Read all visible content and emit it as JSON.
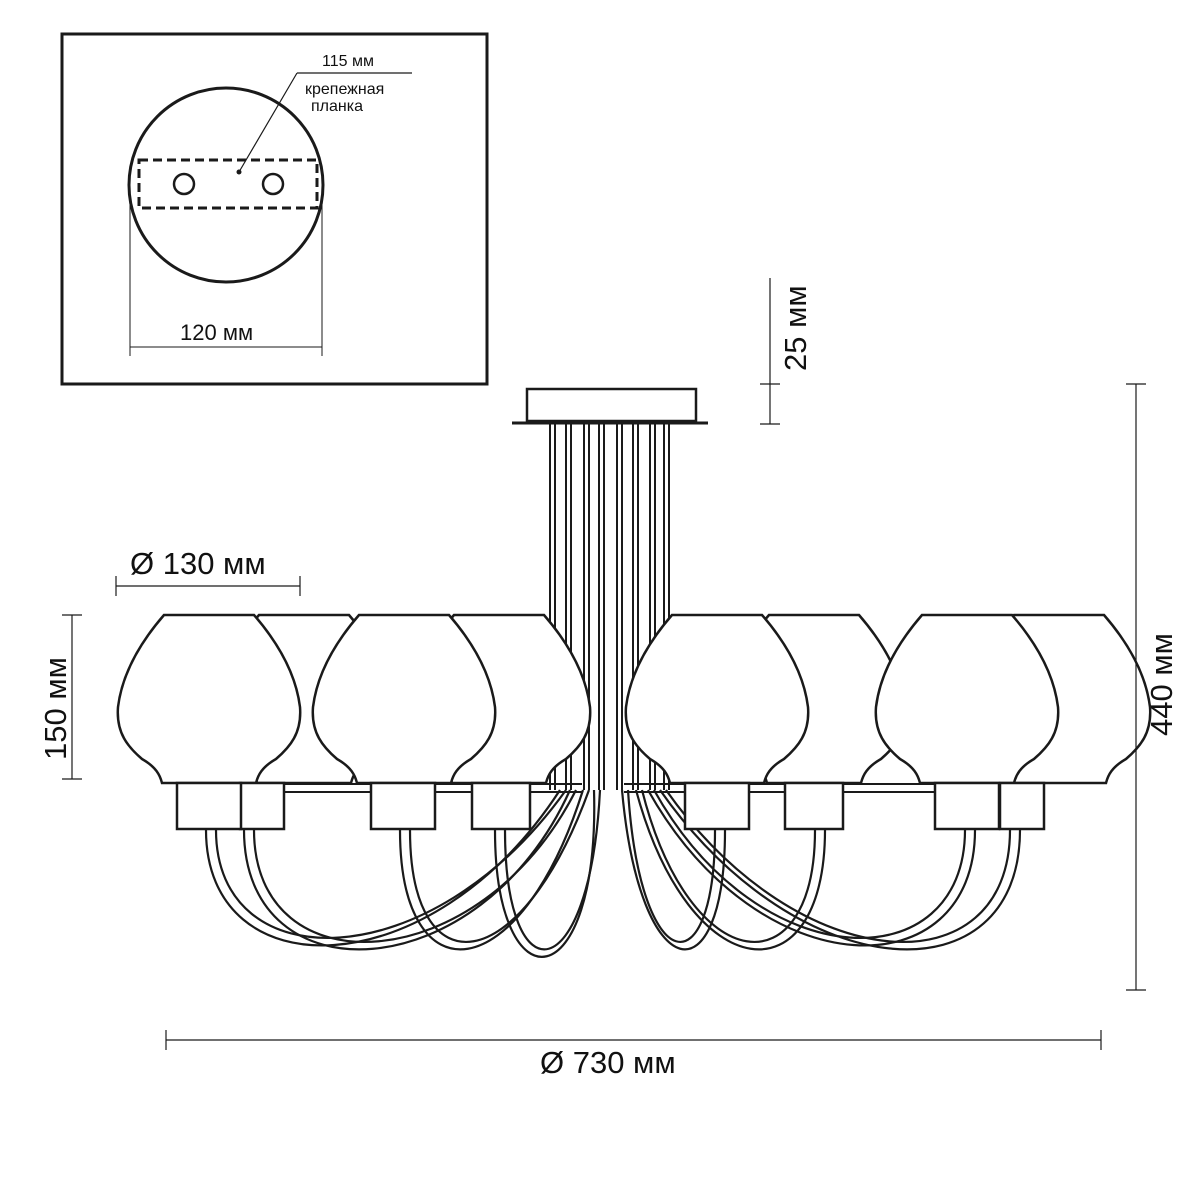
{
  "inset": {
    "plate_width_label": "115 мм",
    "plate_name_line1": "крепежная",
    "plate_name_line2": "планка",
    "canopy_diameter_label": "120 мм"
  },
  "dimensions": {
    "canopy_height": "25 мм",
    "total_height": "440 мм",
    "shade_diameter": "Ø 130 мм",
    "shade_height": "150 мм",
    "overall_diameter": "Ø 730 мм"
  },
  "colors": {
    "line": "#1a1a1a",
    "background": "#ffffff"
  }
}
